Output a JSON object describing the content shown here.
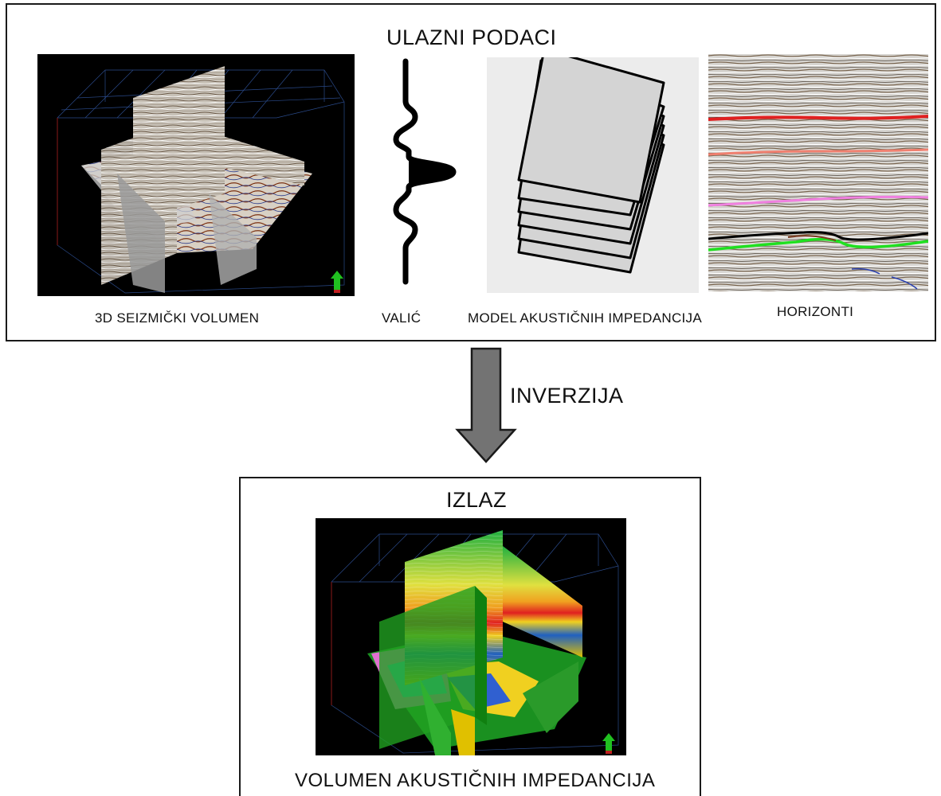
{
  "input": {
    "title": "ULAZNI PODACI",
    "captions": {
      "seismic": "3D SEIZMIČKI VOLUMEN",
      "wavelet": "VALIĆ",
      "model": "MODEL AKUSTIČNIH IMPEDANCIJA",
      "horizons": "HORIZONTI"
    }
  },
  "process": {
    "label": "INVERZIJA"
  },
  "output": {
    "title": "IZLAZ",
    "caption": "VOLUMEN AKUSTIČNIH IMPEDANCIJA"
  },
  "colors": {
    "border": "#1a1a1a",
    "arrow_fill": "#737373",
    "horizon_red": "#e02020",
    "horizon_salmon": "#f08070",
    "horizon_pink": "#f080e0",
    "horizon_green": "#20e020",
    "horizon_black": "#000000"
  },
  "icons": [
    "wavelet-icon",
    "layer-stack-icon",
    "north-arrow-icon",
    "down-arrow-icon"
  ]
}
